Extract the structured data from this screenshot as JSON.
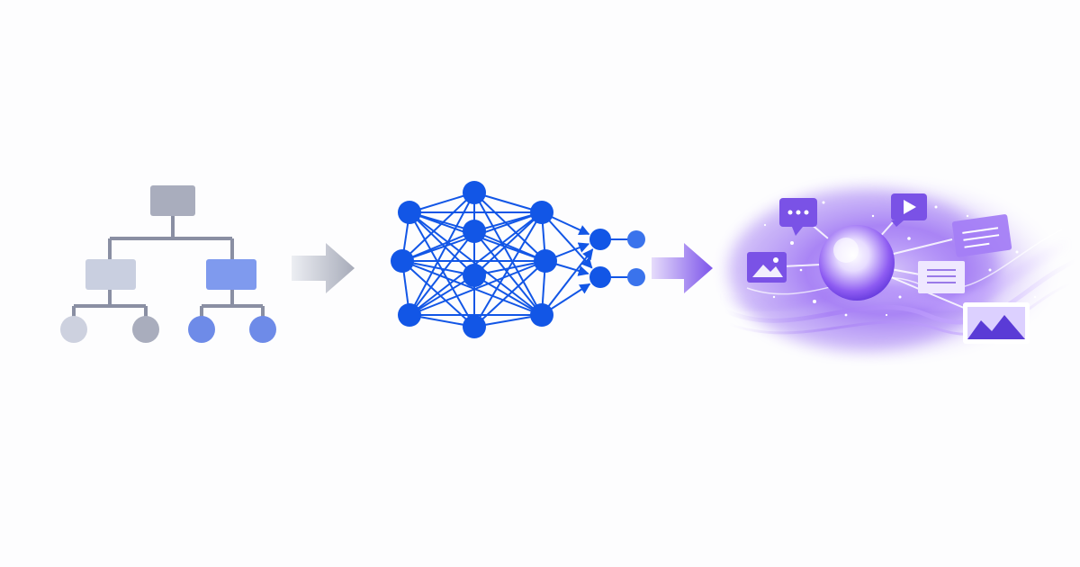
{
  "stages": [
    {
      "id": "tree",
      "icon": "hierarchy-tree-icon"
    },
    {
      "id": "network",
      "icon": "neural-network-icon"
    },
    {
      "id": "generative",
      "icon": "generative-ai-orb-icon"
    }
  ],
  "colors": {
    "background": "#fdfdfe",
    "tree_gray": "#a9adbd",
    "tree_gray_light": "#c9cfe0",
    "tree_blue": "#6e8be8",
    "tree_line": "#8a8fa3",
    "network_blue": "#1256e6",
    "arrow_gray": "#a7abb9",
    "arrow_purple": "#7c54ea",
    "glow_purple": "#9a6cf6",
    "orb_core": "#e7dcff"
  },
  "media_icons": [
    "chat-bubble-icon",
    "play-video-icon",
    "text-document-icon",
    "image-card-icon",
    "article-panel-icon",
    "landscape-photo-icon"
  ]
}
